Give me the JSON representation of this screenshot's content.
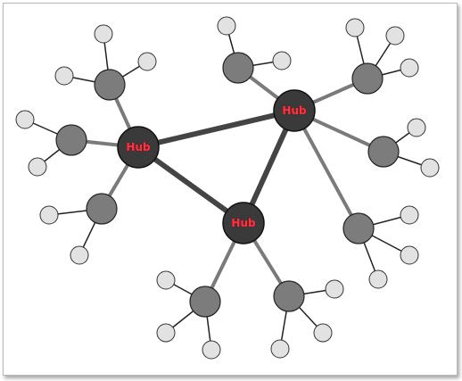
{
  "colors": {
    "hub_fill": "#3a3a3a",
    "mid_fill": "#7c7c7c",
    "leaf_fill": "#e2e2e2",
    "hub_edge": "#444444",
    "mid_edge": "#7a7a7a",
    "leaf_edge": "#222222",
    "hub_label": "#ff3344"
  },
  "hubs": [
    {
      "id": "hub-left",
      "label": "Hub"
    },
    {
      "id": "hub-right",
      "label": "Hub"
    },
    {
      "id": "hub-bottom",
      "label": "Hub"
    }
  ],
  "hub_links": [
    [
      "hub-left",
      "hub-right"
    ],
    [
      "hub-left",
      "hub-bottom"
    ],
    [
      "hub-right",
      "hub-bottom"
    ]
  ],
  "clusters": [
    {
      "hub": "hub-left",
      "leaves": 3
    },
    {
      "hub": "hub-left",
      "leaves": 2
    },
    {
      "hub": "hub-left",
      "leaves": 2
    },
    {
      "hub": "hub-right",
      "leaves": 2
    },
    {
      "hub": "hub-right",
      "leaves": 3
    },
    {
      "hub": "hub-right",
      "leaves": 2
    },
    {
      "hub": "hub-right",
      "leaves": 3
    },
    {
      "hub": "hub-bottom",
      "leaves": 3
    },
    {
      "hub": "hub-bottom",
      "leaves": 3
    }
  ]
}
